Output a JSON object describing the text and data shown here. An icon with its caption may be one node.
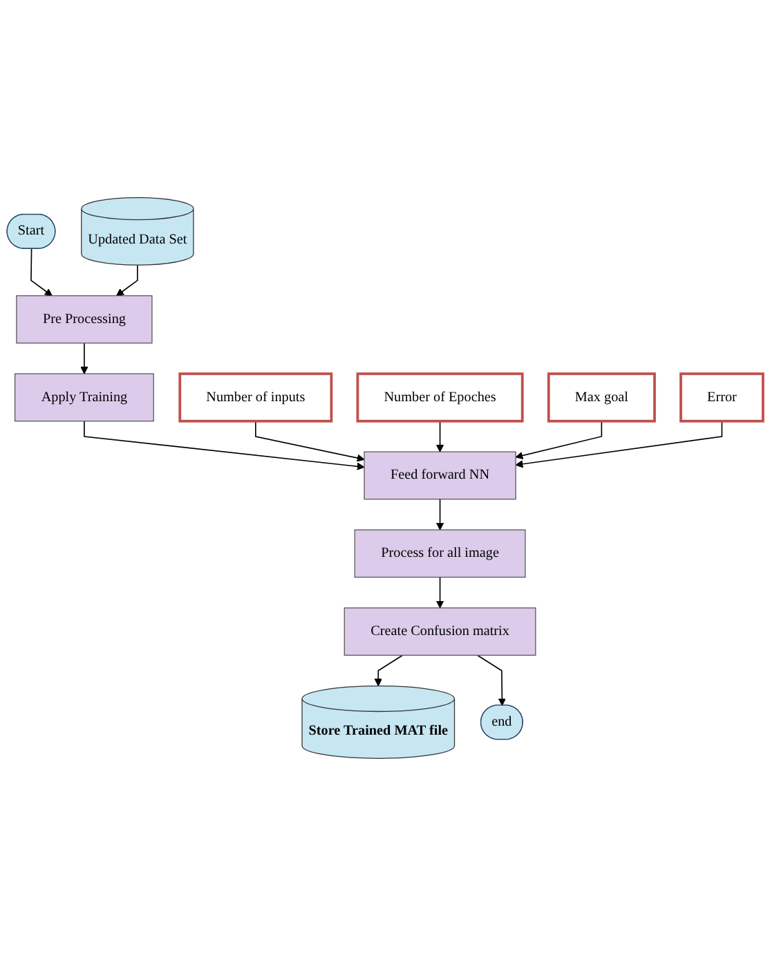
{
  "diagram": {
    "nodes": [
      {
        "text": [
          "Start"
        ]
      },
      {
        "text": [
          "Pre Processing"
        ]
      },
      {
        "text": [
          "Updated Data Set"
        ]
      },
      {
        "text": [
          "Apply Training"
        ]
      },
      {
        "text": [
          "Number of inputs"
        ]
      },
      {
        "text": [
          "Number of Epoches"
        ]
      },
      {
        "text": [
          "Max goal"
        ]
      },
      {
        "text": [
          "Error"
        ]
      },
      {
        "text": [
          "Feed forward NN"
        ]
      },
      {
        "text": [
          "Process for all image"
        ]
      },
      {
        "text": [
          "Create Confusion matrix"
        ]
      },
      {
        "text": [
          "Store Trained MAT file"
        ]
      },
      {
        "text": [
          "end"
        ]
      }
    ],
    "edges": [
      {
        "from": 0,
        "to": 1,
        "arrow": "to"
      },
      {
        "from": 2,
        "to": 1,
        "arrow": "to"
      },
      {
        "from": 1,
        "to": 3,
        "arrow": "to"
      },
      {
        "from": 3,
        "to": 8,
        "arrow": "to"
      },
      {
        "from": 4,
        "to": 8,
        "arrow": "to"
      },
      {
        "from": 5,
        "to": 8,
        "arrow": "to"
      },
      {
        "from": 6,
        "to": 8,
        "arrow": "to"
      },
      {
        "from": 7,
        "to": 8,
        "arrow": "to"
      },
      {
        "from": 8,
        "to": 9,
        "arrow": "to"
      },
      {
        "from": 9,
        "to": 10,
        "arrow": "to"
      },
      {
        "from": 10,
        "to": 11,
        "arrow": "to"
      },
      {
        "from": 10,
        "to": 12,
        "arrow": "to"
      }
    ]
  }
}
